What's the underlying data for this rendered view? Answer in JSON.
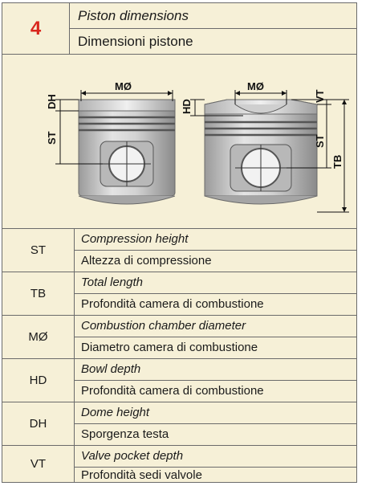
{
  "header": {
    "number": "4",
    "title_en": "Piston dimensions",
    "title_it": "Dimensioni pistone"
  },
  "figure": {
    "left_labels": {
      "bowl_diameter": "MØ",
      "dome": "DH",
      "compression": "ST"
    },
    "right_labels": {
      "bowl_diameter": "MØ",
      "valve": "VT",
      "bowl_depth": "HD",
      "compression": "ST",
      "total": "TB"
    }
  },
  "rows": [
    {
      "abbr": "ST",
      "en": "Compression height",
      "it": "Altezza di compressione"
    },
    {
      "abbr": "TB",
      "en": "Total length",
      "it": "Profondità camera di combustione"
    },
    {
      "abbr": "MØ",
      "en": "Combustion chamber diameter",
      "it": "Diametro camera di combustione"
    },
    {
      "abbr": "HD",
      "en": "Bowl depth",
      "it": "Profondità camera di combustione"
    },
    {
      "abbr": "DH",
      "en": "Dome height",
      "it": "Sporgenza testa"
    },
    {
      "abbr": "VT",
      "en": "Valve pocket depth",
      "it": "Profondità sedi valvole"
    }
  ],
  "colors": {
    "background": "#f6f0d7",
    "accent": "#d9271e",
    "border": "#6b6b6b"
  }
}
